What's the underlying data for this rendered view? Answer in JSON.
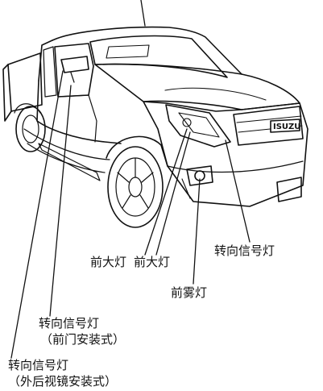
{
  "figure": {
    "labels": {
      "headlamp_left": "前大灯",
      "headlamp_right": "前大灯",
      "turn_signal": "转向信号灯",
      "fog_lamp": "前雾灯",
      "door_turn_signal_line1": "转向信号灯",
      "door_turn_signal_line2": "（前门安装式）",
      "mirror_turn_signal_line1": "转向信号灯",
      "mirror_turn_signal_line2": "（外后视镜安装式）"
    },
    "badge_text": "ISUZU",
    "colors": {
      "line": "#111111",
      "fill": "#ffffff"
    }
  }
}
